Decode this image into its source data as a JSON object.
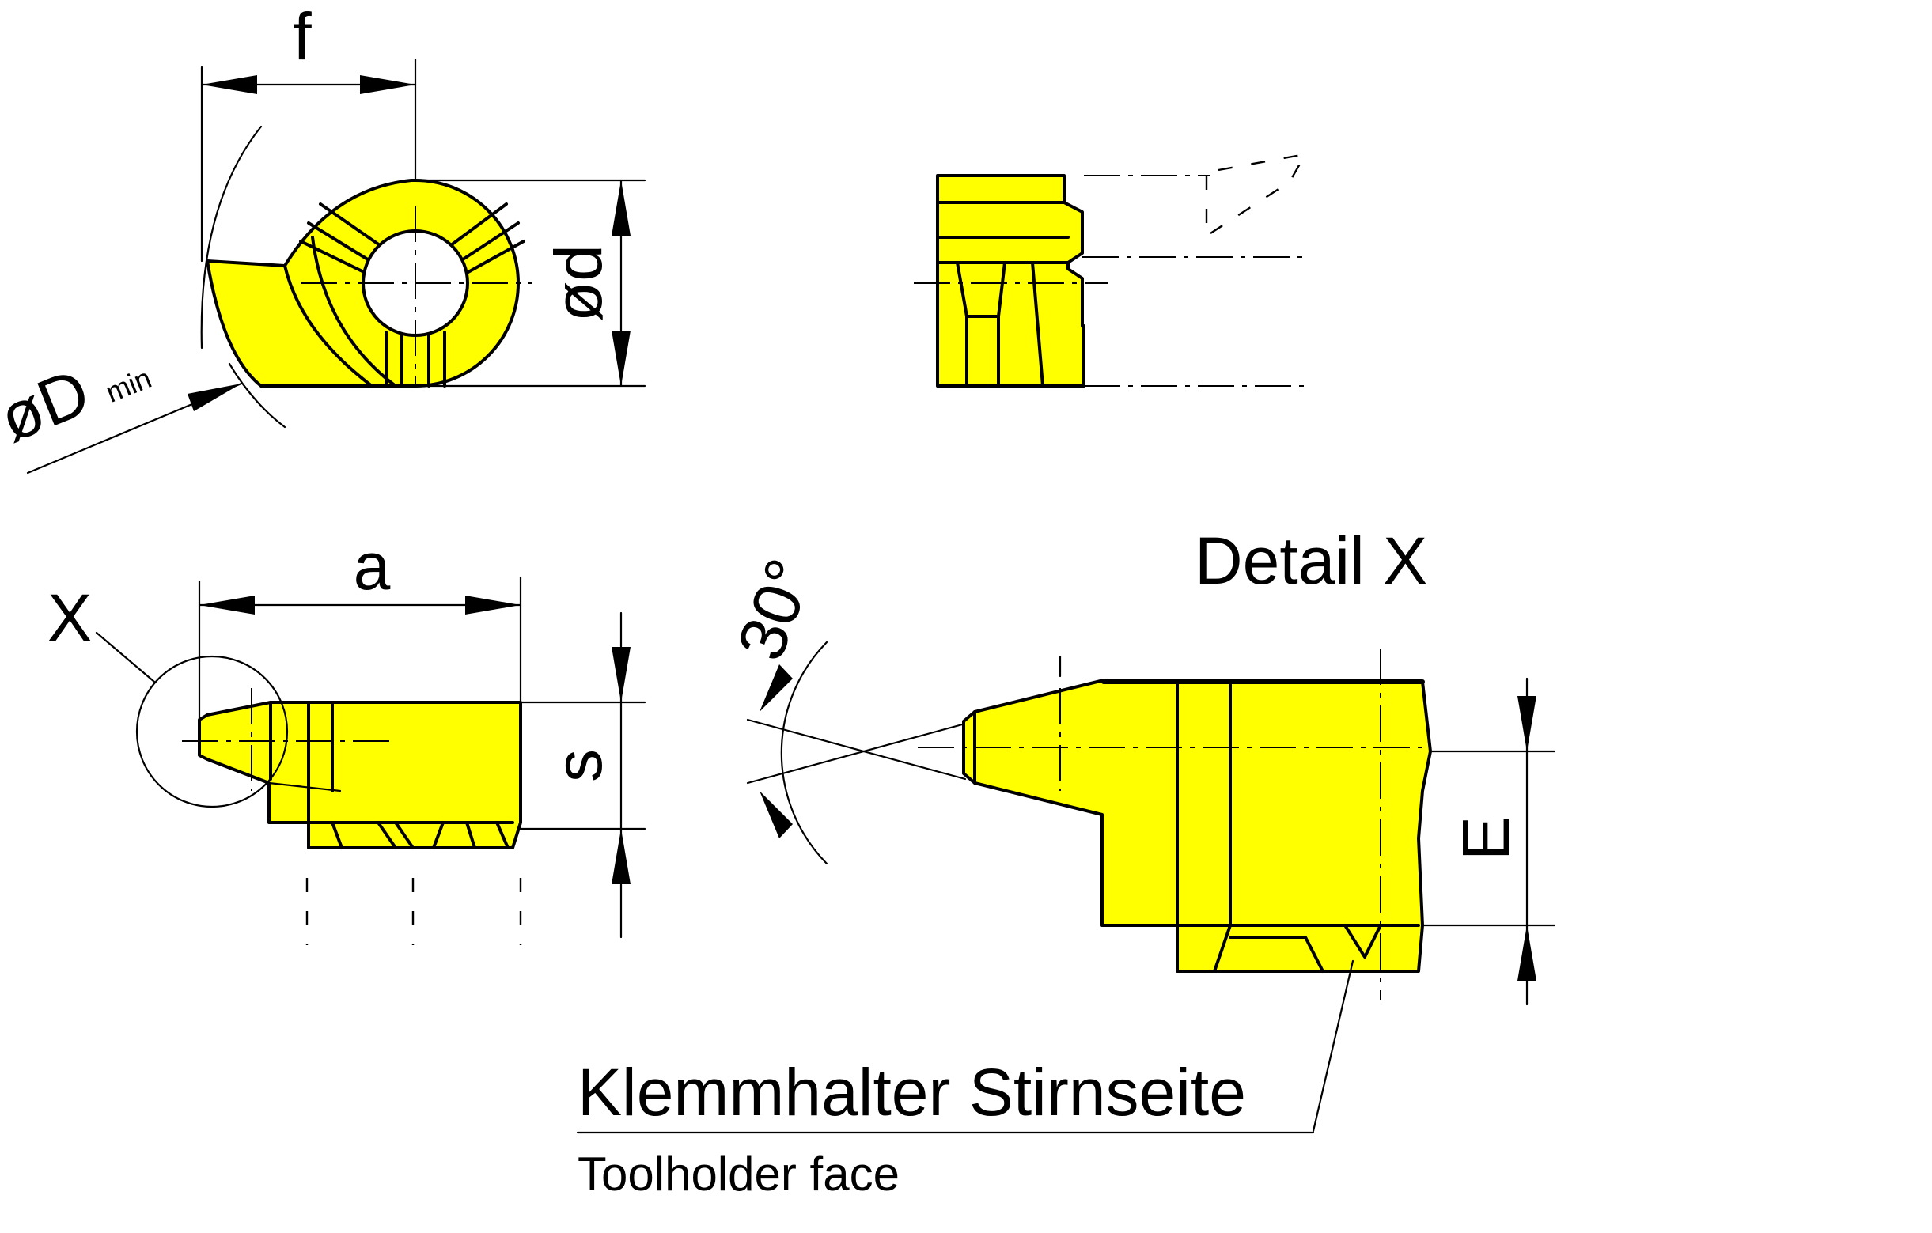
{
  "colors": {
    "part_fill": "#ffff00",
    "line": "#000000",
    "background": "#ffffff"
  },
  "labels": {
    "f": "f",
    "d": "ød",
    "D": "øD",
    "D_sub": "min",
    "a": "a",
    "s": "s",
    "x": "X",
    "angle": "30°",
    "detail": "Detail X",
    "E": "E",
    "face_de": "Klemmhalter Stirnseite",
    "face_en": "Toolholder face"
  }
}
